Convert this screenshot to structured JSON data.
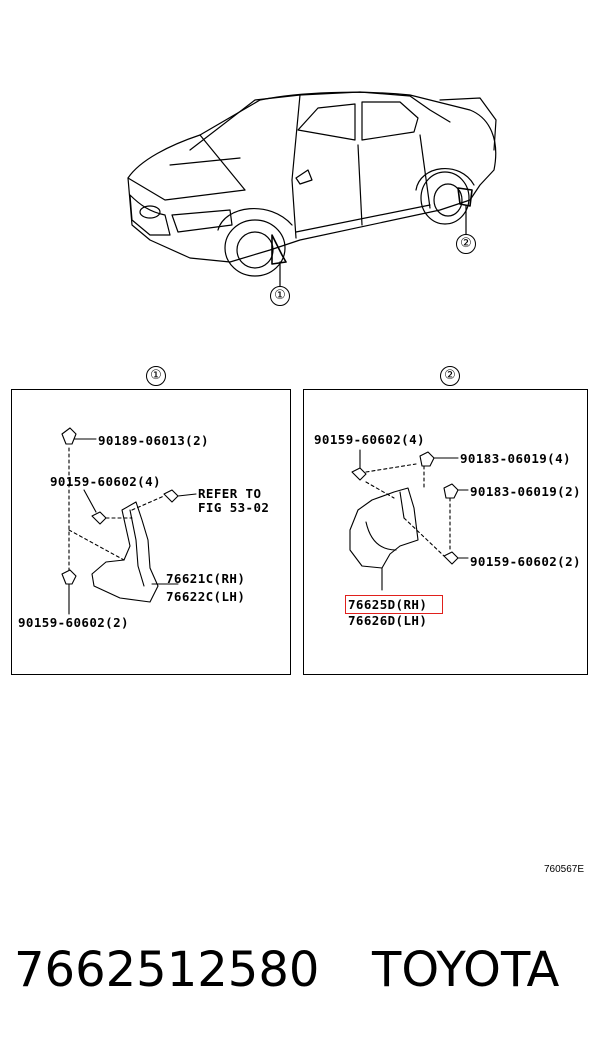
{
  "car_view": {
    "callouts": [
      "①",
      "②"
    ]
  },
  "panel1": {
    "marker": "①",
    "labels": {
      "top_clip": "90189-06013(2)",
      "bolt_upper": "90159-60602(4)",
      "refer_line1": "REFER TO",
      "refer_line2": "FIG 53-02",
      "rh": "76621C(RH)",
      "lh": "76622C(LH)",
      "bolt_lower": "90159-60602(2)"
    }
  },
  "panel2": {
    "marker": "②",
    "labels": {
      "bolt_upper": "90159-60602(4)",
      "nut_upper": "90183-06019(4)",
      "nut_lower": "90183-06019(2)",
      "bolt_lower": "90159-60602(2)",
      "rh": "76625D(RH)",
      "lh": "76626D(LH)"
    },
    "highlight_color": "#e0201c"
  },
  "figure_code": "760567E",
  "part_number": "7662512580",
  "brand": "TOYOTA"
}
